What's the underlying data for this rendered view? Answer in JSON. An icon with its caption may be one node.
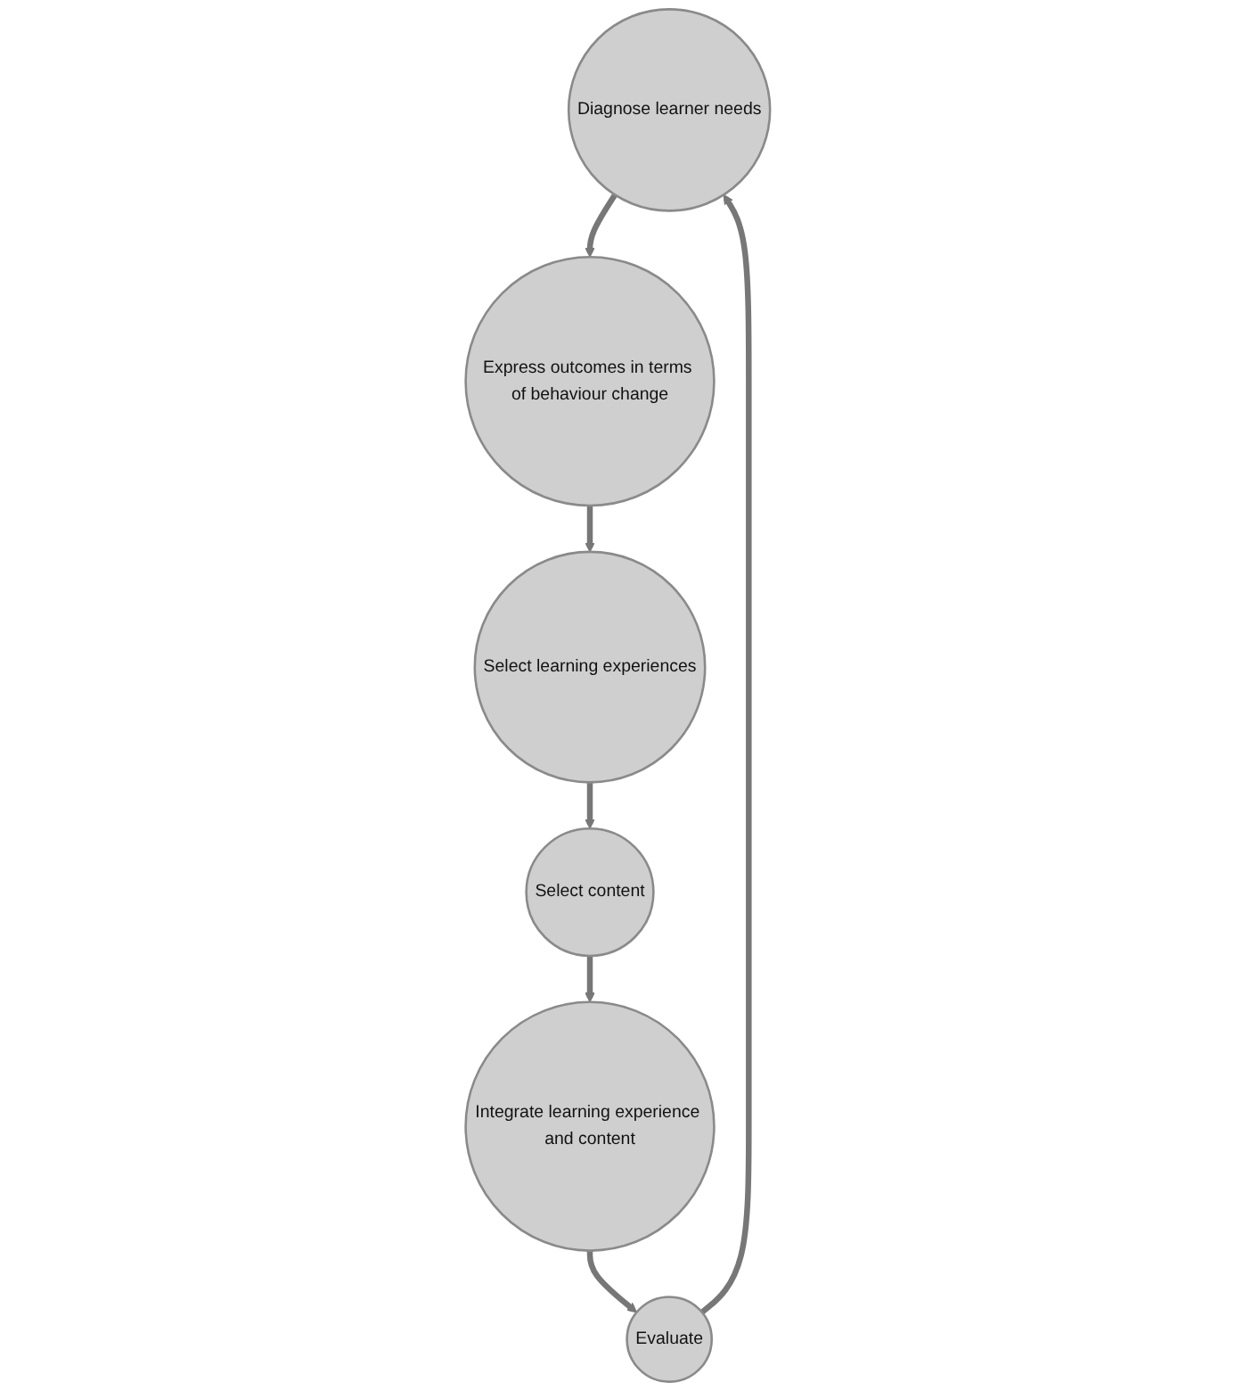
{
  "diagram": {
    "nodes": [
      {
        "text": [
          "Diagnose learner needs"
        ]
      },
      {
        "text": [
          "Express outcomes in terms of behaviour change"
        ]
      },
      {
        "text": [
          "Select learning experiences"
        ]
      },
      {
        "text": [
          "Select content"
        ]
      },
      {
        "text": [
          "Integrate learning experience and content"
        ]
      },
      {
        "text": [
          "Evaluate"
        ]
      }
    ],
    "edges": [
      {
        "from": 0,
        "to": 1,
        "arrow": "to"
      },
      {
        "from": 1,
        "to": 2,
        "arrow": "to"
      },
      {
        "from": 2,
        "to": 3,
        "arrow": "to"
      },
      {
        "from": 3,
        "to": 4,
        "arrow": "to"
      },
      {
        "from": 4,
        "to": 5,
        "arrow": "to"
      },
      {
        "from": 5,
        "to": 0,
        "arrow": "to"
      }
    ]
  }
}
